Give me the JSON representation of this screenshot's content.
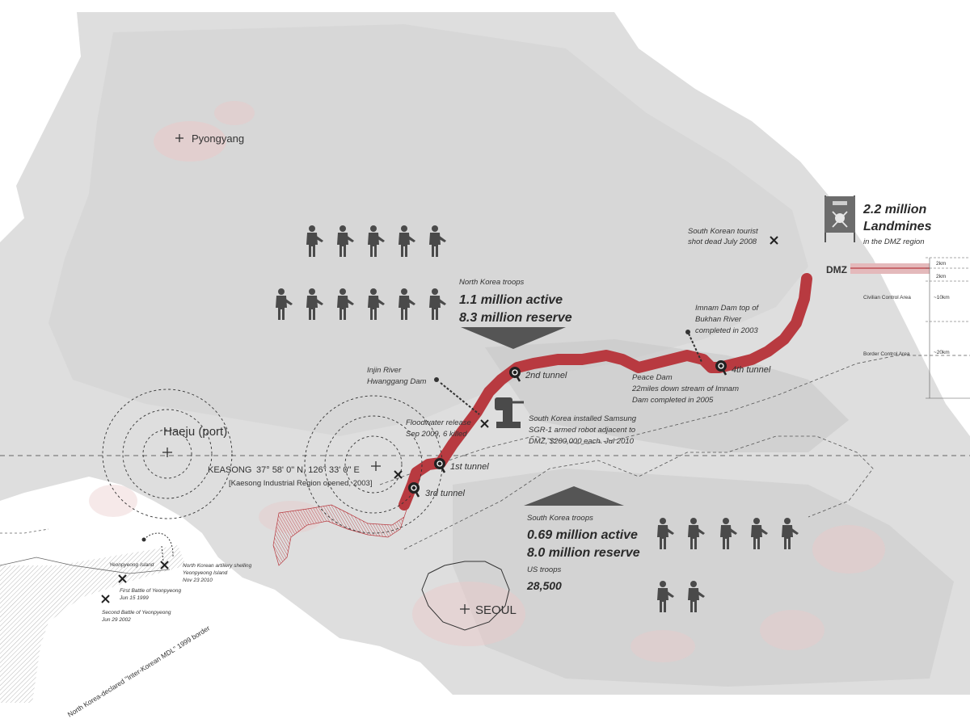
{
  "places": {
    "pyongyang": "Pyongyang",
    "haeju": "Haeju (port)",
    "seoul": "SEOUL",
    "kaesong": "KEASONG",
    "kaesong_coords": "37° 58' 0\" N, 126° 33' 0\" E",
    "kaesong_note": "[Kaesong Industrial Region opened, 2003]",
    "dmz": "DMZ"
  },
  "landmines": {
    "value": "2.2 million",
    "unit": "Landmines",
    "caption": "in the DMZ region"
  },
  "north_troops": {
    "label": "North Korea troops",
    "active": "1.1 million active",
    "reserve": "8.3 million reserve"
  },
  "south_troops": {
    "label": "South Korea troops",
    "active": "0.69 million active",
    "reserve": "8.0 million reserve",
    "us_label": "US troops",
    "us_value": "28,500"
  },
  "tunnels": {
    "t1": "1st  tunnel",
    "t2": "2nd tunnel",
    "t3": "3rd  tunnel",
    "t4": "4th tunnel"
  },
  "events": {
    "tourist": [
      "South Korean tourist",
      "shot dead July 2008"
    ],
    "imnam": [
      "Imnam Dam top of",
      "Bukhan River",
      "completed in 2003"
    ],
    "peace": [
      "Peace Dam",
      "22miles down stream of Imnam",
      "Dam completed in 2005"
    ],
    "injin": [
      "Injin River",
      "Hwanggang Dam"
    ],
    "flood": [
      "Floodwater release",
      "Sep 2009, 6 killed"
    ],
    "robot": [
      "South Korea installed Samsung",
      "SGR-1 armed robot adjacent to",
      "DMZ, $200,000 each. Jul 2010"
    ],
    "yeonpyeong_island": "Yeonpyeong Island",
    "shelling": [
      "North Korean artillery shelling",
      "Yeonpyeong Island",
      "Nov 23 2010"
    ],
    "first_battle": [
      "First Battle of Yeonpyeong",
      "Jun 15 1999"
    ],
    "second_battle": [
      "Second Battle of Yeonpyeong",
      "Jun 29 2002"
    ],
    "mdl": "North Korea-declared \"Inter-Korean MDL\" 1999 border"
  },
  "scale": {
    "km2a": "2km",
    "km2b": "2km",
    "civilian": "Civilian Control Area",
    "km10": "~10km",
    "border": "Border Control Area",
    "km20": "~20km"
  },
  "colors": {
    "dmz_red": "#b83a40",
    "soldier": "#4a4a4a",
    "terrain": "#dcdcdc",
    "urban": "#e9c9c9"
  }
}
